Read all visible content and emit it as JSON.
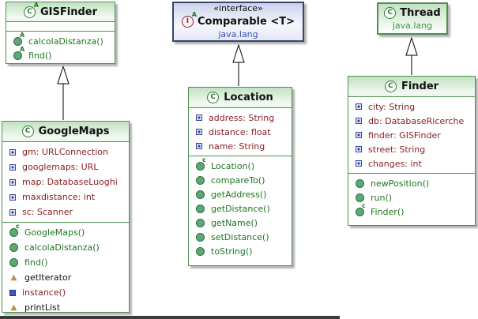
{
  "colors": {
    "class_border_green": "#4f8f4f",
    "interface_border_navy": "#39456e",
    "field_text": "#8b2022",
    "method_text": "#1f751f",
    "package_text_green": "#3f8f3f",
    "package_text_blue": "#3c50b4"
  },
  "gisfinder": {
    "title": "GISFinder",
    "methods": [
      "calcolaDistanza()",
      "find()"
    ]
  },
  "comparable": {
    "stereotype": "«interface»",
    "title": "Comparable <T>",
    "package": "java.lang"
  },
  "thread": {
    "title": "Thread",
    "package": "java.lang"
  },
  "googlemaps": {
    "title": "GoogleMaps",
    "fields": [
      "gm: URLConnection",
      "googlemaps: URL",
      "map: DatabaseLuoghi",
      "maxdistance: int",
      "sc: Scanner"
    ],
    "methods": [
      "GoogleMaps()",
      "calcolaDistanza()",
      "find()",
      "getIterator",
      "instance()",
      "printList"
    ]
  },
  "location": {
    "title": "Location",
    "fields": [
      "address: String",
      "distance: float",
      "name: String"
    ],
    "methods": [
      "Location()",
      "compareTo()",
      "getAddress()",
      "getDistance()",
      "getName()",
      "setDistance()",
      "toString()"
    ]
  },
  "finder": {
    "title": "Finder",
    "fields": [
      "city: String",
      "db: DatabaseRicerche",
      "finder: GISFinder",
      "street: String",
      "changes: int"
    ],
    "methods": [
      "newPosition()",
      "run()",
      "Finder()"
    ]
  }
}
